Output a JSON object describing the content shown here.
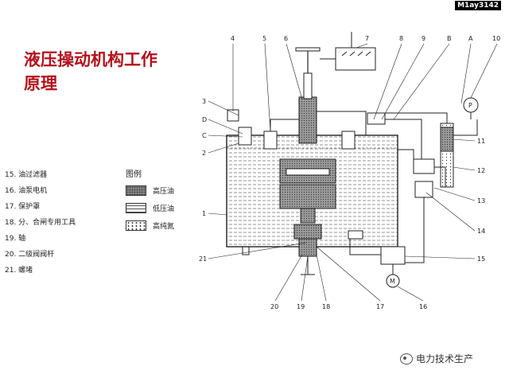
{
  "code_label": "M1ay3142",
  "title_line1": "液压操动机构工作",
  "title_line2": "原理",
  "part_list": [
    "15. 油过滤器",
    "16. 油泵电机",
    "17. 保护罩",
    "18. 分、合闸专用工具",
    "19. 轴",
    "20. 二级阀阀杆",
    "21. 螺堵"
  ],
  "legend": {
    "title": "图例",
    "items": [
      {
        "label": "高压油",
        "pattern": "high"
      },
      {
        "label": "低压油",
        "pattern": "low"
      },
      {
        "label": "高纯氮",
        "pattern": "n2"
      }
    ]
  },
  "callouts": {
    "top": [
      "4",
      "5",
      "6",
      "7",
      "8",
      "9",
      "B",
      "A",
      "10"
    ],
    "left": [
      "3",
      "D",
      "C",
      "2",
      "1",
      "21"
    ],
    "right": [
      "11",
      "12",
      "13",
      "14",
      "15"
    ],
    "bottom": [
      "20",
      "19",
      "18",
      "17",
      "16"
    ],
    "gauge": "P",
    "motor": "M"
  },
  "watermark": "电力技术生产",
  "colors": {
    "title": "#b5121b",
    "line": "#222222"
  }
}
